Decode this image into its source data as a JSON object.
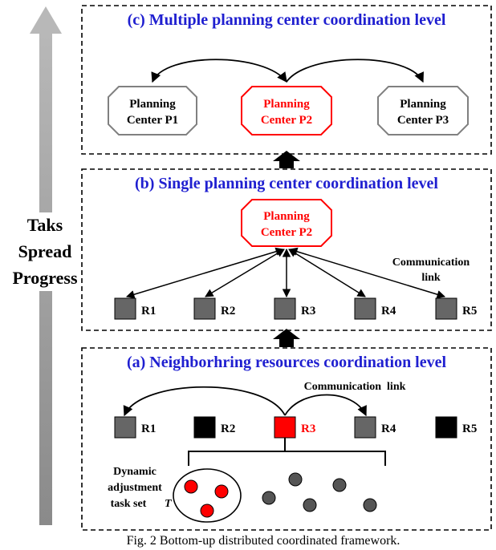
{
  "progress_label": [
    "Taks",
    "Spread",
    "Progress"
  ],
  "level_c": {
    "title": "(c) Multiple planning center coordination level",
    "centers": [
      {
        "line1": "Planning",
        "line2": "Center P1",
        "highlight": false
      },
      {
        "line1": "Planning",
        "line2": "Center P2",
        "highlight": true
      },
      {
        "line1": "Planning",
        "line2": "Center P3",
        "highlight": false
      }
    ]
  },
  "level_b": {
    "title": "(b) Single planning center coordination level",
    "center": {
      "line1": "Planning",
      "line2": "Center P2"
    },
    "comm_label": [
      "Communication",
      "link"
    ],
    "resources": [
      "R1",
      "R2",
      "R3",
      "R4",
      "R5"
    ]
  },
  "level_a": {
    "title": "(a) Neighborhring resources coordination level",
    "comm_label": "Communication  link",
    "resources": [
      {
        "label": "R1",
        "state": "normal"
      },
      {
        "label": "R2",
        "state": "black"
      },
      {
        "label": "R3",
        "state": "active"
      },
      {
        "label": "R4",
        "state": "normal"
      },
      {
        "label": "R5",
        "state": "black"
      }
    ],
    "task_set_label": [
      "Dynamic",
      "adjustment",
      "task set"
    ],
    "task_set_symbol": "T"
  },
  "caption": "Fig. 2 Bottom-up distributed coordinated framework.",
  "colors": {
    "title": "#1f1fd0",
    "highlight": "#ff0000",
    "resource": "#666666",
    "resource_black": "#000000",
    "task_done": "#ff0000",
    "task_pending": "#555555",
    "octagon_gray": "#808080"
  }
}
